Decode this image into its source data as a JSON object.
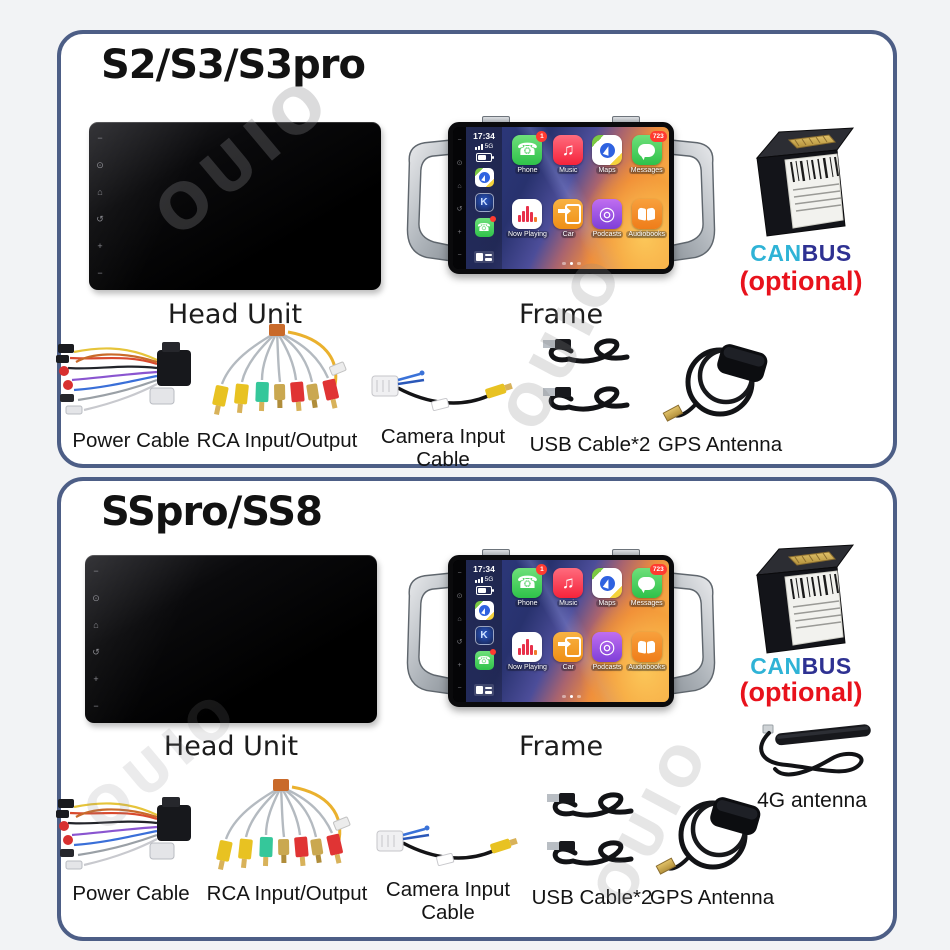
{
  "watermark": "OUIO",
  "colors": {
    "card_border": "#4d5e86",
    "canbus_can": "#2fb3d6",
    "canbus_bus": "#2e3192",
    "optional_red": "#e8121c"
  },
  "glyphs": {
    "phone": "☎",
    "music": "♫",
    "podcasts": "◎",
    "bezel": [
      "−",
      "⊙",
      "⌂",
      "↺",
      "+",
      "−"
    ]
  },
  "carplay": {
    "time": "17:34",
    "network": "5G",
    "sidebar_k": "K",
    "apps": [
      {
        "label": "Phone",
        "badge": "1"
      },
      {
        "label": "Music"
      },
      {
        "label": "Maps"
      },
      {
        "label": "Messages",
        "badge": "723"
      },
      {
        "label": "Now Playing"
      },
      {
        "label": "Car"
      },
      {
        "label": "Podcasts"
      },
      {
        "label": "Audiobooks"
      }
    ]
  },
  "sections": [
    {
      "title": "S2/S3/S3pro",
      "head_unit_label": "Head Unit",
      "frame_label": "Frame",
      "canbus": {
        "can": "CAN",
        "bus": "BUS",
        "optional": "(optional)"
      },
      "accessories": [
        "Power Cable",
        "RCA Input/Output",
        "Camera Input Cable",
        "USB Cable*2",
        "GPS Antenna"
      ]
    },
    {
      "title": "SSpro/SS8",
      "head_unit_label": "Head Unit",
      "frame_label": "Frame",
      "canbus": {
        "can": "CAN",
        "bus": "BUS",
        "optional": "(optional)"
      },
      "antenna_4g_label": "4G antenna",
      "accessories": [
        "Power Cable",
        "RCA Input/Output",
        "Camera Input Cable",
        "USB Cable*2",
        "GPS Antenna"
      ]
    }
  ]
}
